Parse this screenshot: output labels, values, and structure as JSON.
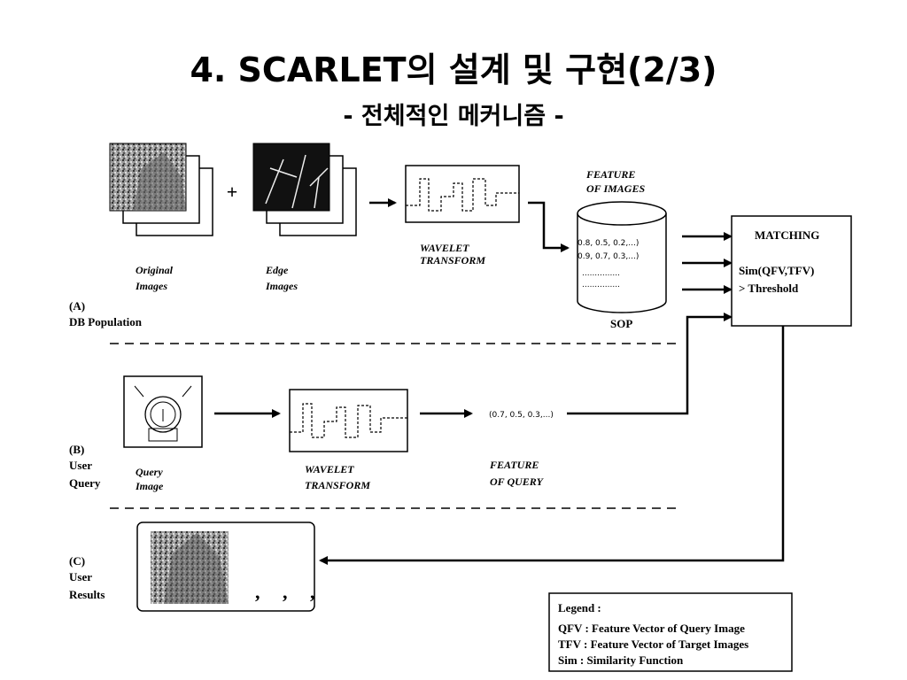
{
  "title": "4. SCARLET의 설계 및 구현(2/3)",
  "subtitle": "- 전체적인 메커니즘 -",
  "db_population": {
    "original_label_1": "Original",
    "original_label_2": "Images",
    "edge_label_1": "Edge",
    "edge_label_2": "Images",
    "wavelet_label_1": "WAVELET",
    "wavelet_label_2": "TRANSFORM",
    "feature_label_1": "FEATURE",
    "feature_label_2": "OF IMAGES",
    "vector_1": "0.8, 0.5, 0.2,...)",
    "vector_2": "0.9, 0.7, 0.3,...)",
    "dots_1": "...............",
    "dots_2": "...............",
    "sop_label": "SOP",
    "section_id": "(A)",
    "section_name": "DB Population"
  },
  "matching": {
    "title": "MATCHING",
    "line_1": "Sim(QFV,TFV)",
    "line_2": "> Threshold"
  },
  "user_query": {
    "query_label_1": "Query",
    "query_label_2": "Image",
    "wavelet_label_1": "WAVELET",
    "wavelet_label_2": "TRANSFORM",
    "vector": "(0.7, 0.5, 0.3,...)",
    "feature_label_1": "FEATURE",
    "feature_label_2": "OF QUERY",
    "section_id": "(B)",
    "section_name_1": "User",
    "section_name_2": "Query"
  },
  "user_results": {
    "section_id": "(C)",
    "section_name_1": "User",
    "section_name_2": "Results",
    "ellipsis": ", , ,"
  },
  "legend": {
    "title": "Legend :",
    "line_1": "QFV : Feature Vector of Query Image",
    "line_2": "TFV : Feature Vector of Target Images",
    "line_3": "Sim : Similarity Function"
  }
}
